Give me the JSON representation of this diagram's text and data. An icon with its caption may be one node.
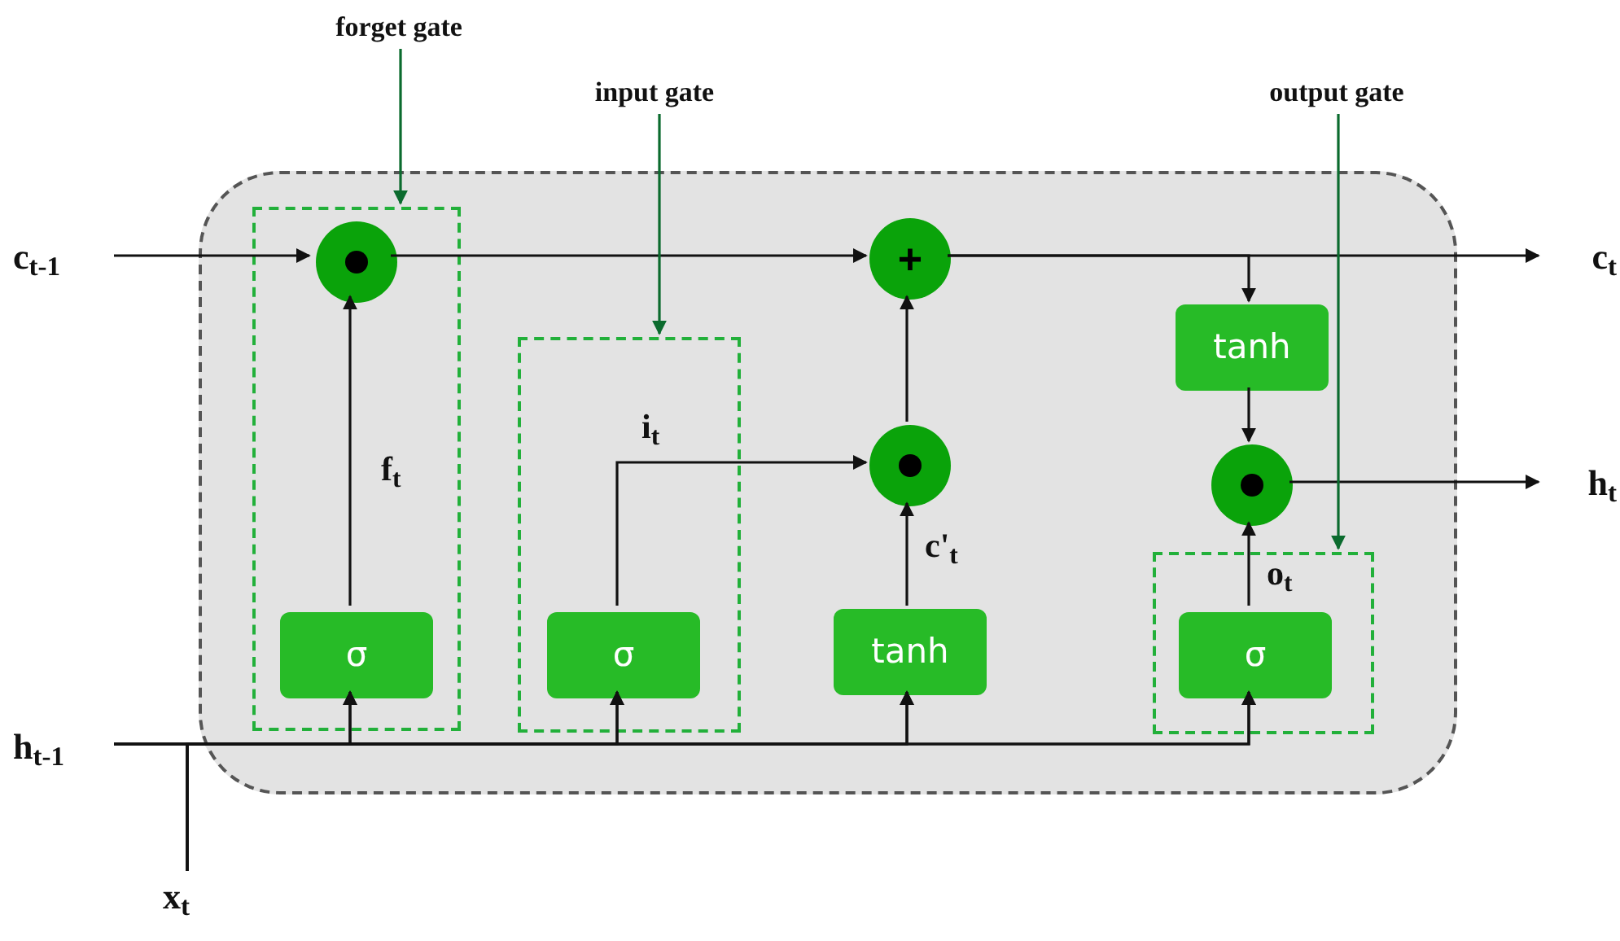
{
  "diagram": {
    "nodes": [
      {
        "text": [],
        "shape": "box"
      },
      {
        "text": [],
        "shape": "box",
        "in": 0
      },
      {
        "text": [],
        "shape": "box",
        "in": 0
      },
      {
        "text": [],
        "shape": "box",
        "in": 0
      },
      {
        "text": [],
        "shape": "circle",
        "in": 1
      },
      {
        "text": [
          "+"
        ],
        "in": 0
      },
      {
        "text": [],
        "shape": "circle",
        "in": 0
      },
      {
        "text": [],
        "shape": "circle",
        "in": 0
      },
      {
        "text": [
          "σ"
        ],
        "in": 1
      },
      {
        "text": [
          "σ"
        ],
        "in": 2
      },
      {
        "text": [
          "tanh"
        ],
        "in": 0
      },
      {
        "text": [
          "σ"
        ],
        "in": 3
      },
      {
        "text": [
          "tanh"
        ],
        "in": 0
      },
      {
        "text": [
          "c$_{t-1}$"
        ]
      },
      {
        "text": [
          "h$_{t-1}$"
        ]
      },
      {
        "text": [
          "x$_{t}$"
        ]
      },
      {
        "text": [
          "c$_{t}$"
        ]
      },
      {
        "text": [
          "h$_{t}$"
        ]
      },
      {
        "text": [
          "forget gate"
        ]
      },
      {
        "text": [
          "input gate"
        ]
      },
      {
        "text": [
          "output gate"
        ]
      }
    ],
    "edges": [
      {
        "from": 13,
        "to": 4,
        "arrow": "to"
      },
      {
        "from": 8,
        "to": 4,
        "arrow": "to",
        "label": "f$_{t}$"
      },
      {
        "from": 4,
        "to": 5,
        "arrow": "to"
      },
      {
        "from": 9,
        "to": 6,
        "arrow": "to",
        "label": "i$_{t}$"
      },
      {
        "from": 10,
        "to": 6,
        "arrow": "to",
        "label": "c'$_{t}$"
      },
      {
        "from": 6,
        "to": 5,
        "arrow": "to"
      },
      {
        "from": 5,
        "to": 16,
        "arrow": "to"
      },
      {
        "from": 5,
        "to": 12,
        "arrow": "to"
      },
      {
        "from": 12,
        "to": 7,
        "arrow": "to"
      },
      {
        "from": 11,
        "to": 7,
        "arrow": "to",
        "label": "o$_{t}$"
      },
      {
        "from": 7,
        "to": 17,
        "arrow": "to"
      },
      {
        "from": 14,
        "to": 8,
        "arrow": "to"
      },
      {
        "from": 14,
        "to": 9,
        "arrow": "to"
      },
      {
        "from": 14,
        "to": 10,
        "arrow": "to"
      },
      {
        "from": 14,
        "to": 11,
        "arrow": "to"
      },
      {
        "from": 15,
        "to": 8,
        "arrow": "to"
      },
      {
        "from": 15,
        "to": 9,
        "arrow": "to"
      },
      {
        "from": 15,
        "to": 10,
        "arrow": "to"
      },
      {
        "from": 15,
        "to": 11,
        "arrow": "to"
      },
      {
        "from": 18,
        "to": 1,
        "arrow": "to",
        "color": "#0b6b2e"
      },
      {
        "from": 19,
        "to": 2,
        "arrow": "to",
        "color": "#0b6b2e"
      },
      {
        "from": 20,
        "to": 3,
        "arrow": "to",
        "color": "#0b6b2e"
      }
    ]
  }
}
